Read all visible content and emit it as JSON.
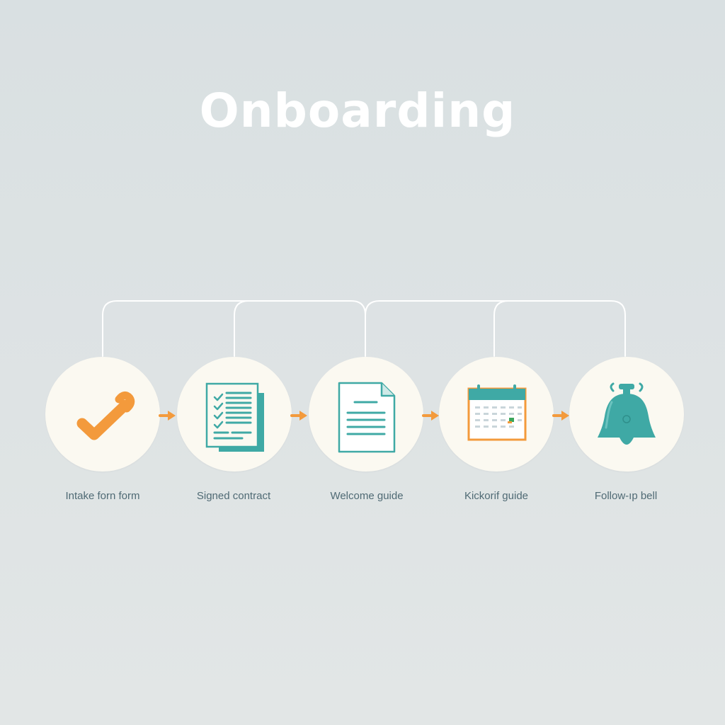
{
  "title": "Onboarding",
  "colors": {
    "accent_orange": "#f39a3c",
    "accent_teal": "#3fa9a5",
    "circle_fill": "#fbf9f1",
    "label_text": "#4f6a74",
    "connector_line": "#ffffff"
  },
  "steps": [
    {
      "label": "Intake forn form",
      "icon": "checkmark-icon"
    },
    {
      "label": "Signed contract",
      "icon": "checklist-document-icon"
    },
    {
      "label": "Welcome guide",
      "icon": "document-icon"
    },
    {
      "label": "Kickorif guide",
      "icon": "calendar-icon"
    },
    {
      "label": "Follow-ıp bell",
      "icon": "bell-icon"
    }
  ]
}
